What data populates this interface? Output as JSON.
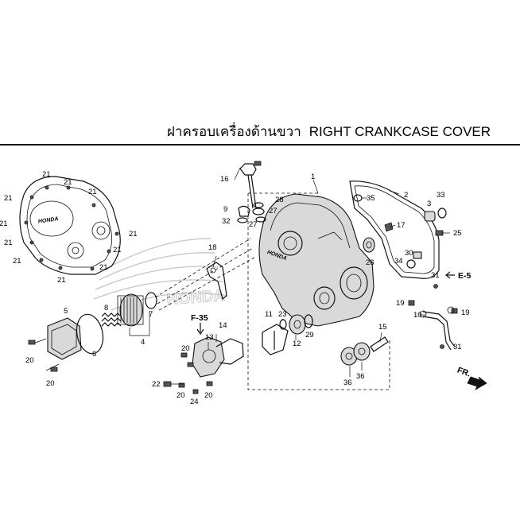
{
  "header": {
    "title_thai": "ฝาครอบเครื่องด้านขวา",
    "title_en": "RIGHT CRANKCASE COVER"
  },
  "callouts": {
    "n1": "1",
    "n2": "2",
    "n3": "3",
    "n4": "4",
    "n5": "5",
    "n6": "6",
    "n7": "7",
    "n8": "8",
    "n9": "9",
    "n10": "10",
    "n11": "11",
    "n12": "12",
    "n13": "13",
    "n14": "14",
    "n15": "15",
    "n16": "16",
    "n17": "17",
    "n18": "18",
    "n19": "19",
    "n20": "20",
    "n21": "21",
    "n22": "22",
    "n23": "23",
    "n24": "24",
    "n25": "25",
    "n26": "26",
    "n27": "27",
    "n28": "28",
    "n29": "29",
    "n30": "30",
    "n31": "31",
    "n32": "32",
    "n33": "33",
    "n34": "34",
    "n35": "35",
    "n36": "36"
  },
  "references": {
    "e5": "E-5",
    "f35": "F-35"
  },
  "direction_label": "FR.",
  "cover_emblem": "HONDA",
  "watermark": "HONDA"
}
